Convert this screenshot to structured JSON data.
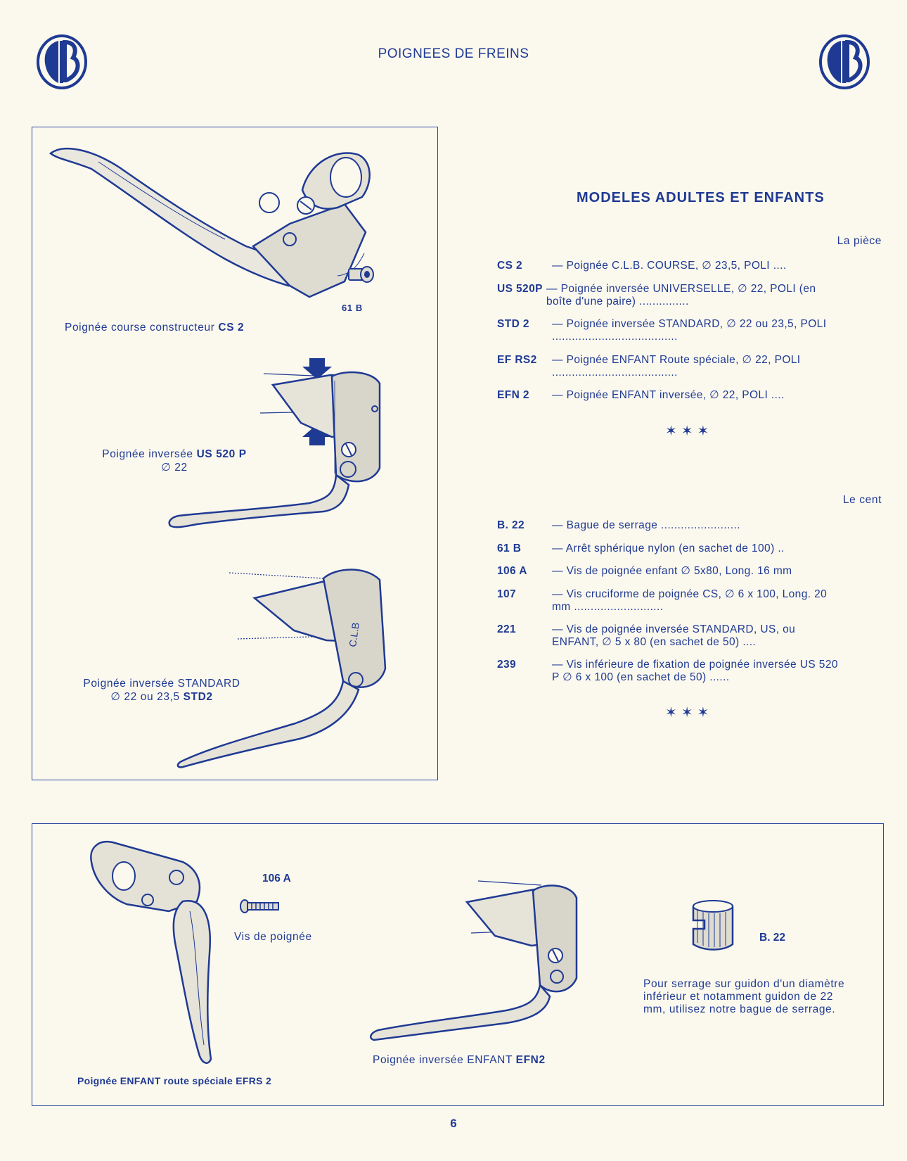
{
  "header": {
    "title": "POIGNEES DE FREINS",
    "logo_text": "CLB"
  },
  "left_panel": {
    "caption_cs2_prefix": "Poignée course constructeur ",
    "caption_cs2_code": "CS 2",
    "label_61b": "61 B",
    "caption_us520p_line1_prefix": "Poignée inversée ",
    "caption_us520p_code": "US 520 P",
    "caption_us520p_line2": "∅ 22",
    "caption_std_line1": "Poignée inversée STANDARD",
    "caption_std_line2_prefix": "∅ 22 ou 23,5 ",
    "caption_std_code": "STD2",
    "lever_marking": "C.L.B"
  },
  "catalog": {
    "subtitle": "MODELES ADULTES ET ENFANTS",
    "unit_piece": "La pièce",
    "models": [
      {
        "code": "CS 2",
        "desc": "— Poignée C.L.B. COURSE, ∅ 23,5, POLI ...."
      },
      {
        "code": "US 520P",
        "desc": "— Poignée inversée UNIVERSELLE, ∅ 22, POLI (en boîte d'une paire) ..............."
      },
      {
        "code": "STD 2",
        "desc": "— Poignée inversée STANDARD, ∅ 22 ou 23,5, POLI ......................................"
      },
      {
        "code": "EF RS2",
        "desc": "— Poignée ENFANT Route spéciale, ∅ 22, POLI ......................................"
      },
      {
        "code": "EFN 2",
        "desc": "— Poignée ENFANT inversée, ∅ 22, POLI ...."
      }
    ],
    "stars1": "✶✶✶",
    "unit_cent": "Le cent",
    "parts": [
      {
        "code": "B. 22",
        "desc": "— Bague de serrage ........................"
      },
      {
        "code": "61 B",
        "desc": "— Arrêt sphérique nylon (en sachet de 100) .."
      },
      {
        "code": "106 A",
        "desc": "— Vis de poignée enfant ∅ 5x80, Long. 16 mm"
      },
      {
        "code": "107",
        "desc": "— Vis cruciforme de poignée CS, ∅ 6 x 100, Long. 20 mm ..........................."
      },
      {
        "code": "221",
        "desc": "— Vis de poignée inversée STANDARD, US, ou ENFANT, ∅ 5 x 80 (en sachet de 50) ...."
      },
      {
        "code": "239",
        "desc": "— Vis inférieure de fixation de poignée inversée US 520 P ∅ 6 x 100 (en sachet de 50) ......"
      }
    ],
    "stars2": "✶✶✶"
  },
  "bottom_panel": {
    "label_106a": "106 A",
    "caption_vis": "Vis de poignée",
    "caption_efrs2": "Poignée ENFANT route spéciale EFRS 2",
    "caption_efn2_prefix": "Poignée inversée ENFANT ",
    "caption_efn2_code": "EFN2",
    "label_b22": "B. 22",
    "note": "Pour serrage sur guidon d'un diamètre inférieur et notamment guidon de 22 mm, utilisez notre bague de serrage."
  },
  "footer": {
    "page_number": "6"
  },
  "colors": {
    "ink": "#1f3a93",
    "paper": "#fbf8ee"
  }
}
